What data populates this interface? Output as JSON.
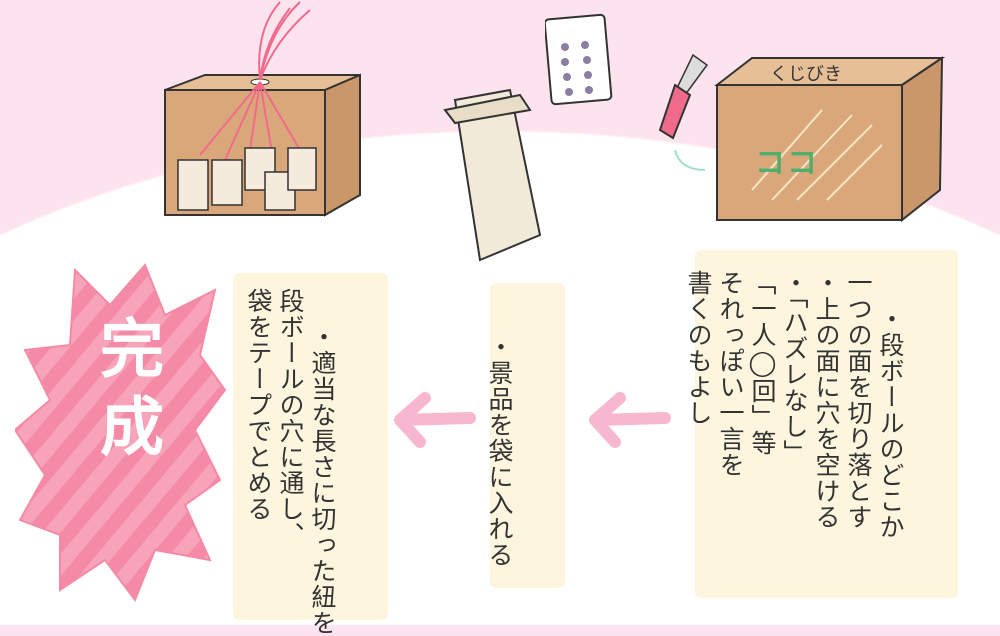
{
  "illustrations": {
    "lottery_box_label": "くじびき",
    "here_label": "ココ"
  },
  "steps": [
    {
      "lines": [
        "・段ボールのどこか",
        "一つの面を切り落とす",
        "・上の面に穴を空ける",
        "・「ハズレなし」",
        "「一人◯回」等",
        "それっぽい一言を",
        "書くのもよし"
      ]
    },
    {
      "lines": [
        "・",
        "景品を袋に入れる"
      ]
    },
    {
      "lines": [
        "・",
        "適当な長さに切った紐を",
        "段ボールの穴に通し、",
        "袋をテープでとめる"
      ]
    }
  ],
  "completion_label": "完成",
  "colors": {
    "background_pink": "#fde3ee",
    "panel": "#fdf5dd",
    "arrow": "#f7b8cf",
    "burst": "#f48aa6",
    "cardboard": "#d9a77a"
  }
}
